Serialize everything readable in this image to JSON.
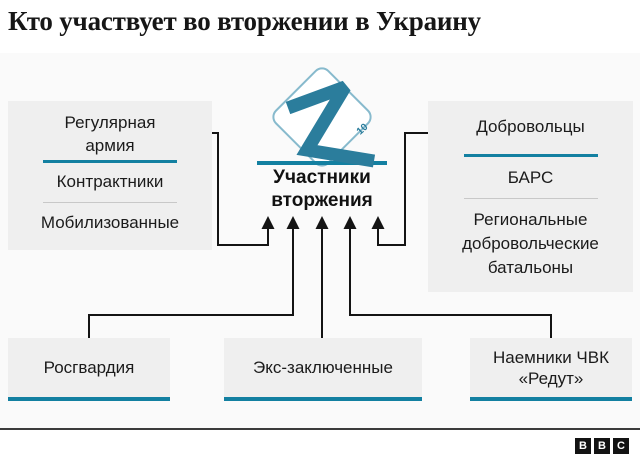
{
  "title": "Кто участвует во вторжении в Украину",
  "center": {
    "symbol": "Z",
    "badge": "10",
    "label": "Участники вторжения"
  },
  "groups": {
    "left": {
      "heading": "Регулярная армия",
      "items": [
        "Контрактники",
        "Мобилизованные"
      ]
    },
    "right": {
      "heading": "Добровольцы",
      "items": [
        "БАРС",
        "Региональные добровольческие батальоны"
      ]
    },
    "bottom": [
      {
        "label": "Росгвардия"
      },
      {
        "label": "Экс-заключенные"
      },
      {
        "label": "Наемники ЧВК «Редут»"
      }
    ]
  },
  "footer": {
    "logo": [
      "B",
      "B",
      "C"
    ]
  },
  "colors": {
    "accent_teal": "#1380A1",
    "symbol_teal": "#2b7d9c",
    "diamond_border": "#87bacd",
    "box_bg": "#efefef",
    "connector_black": "#141414"
  }
}
